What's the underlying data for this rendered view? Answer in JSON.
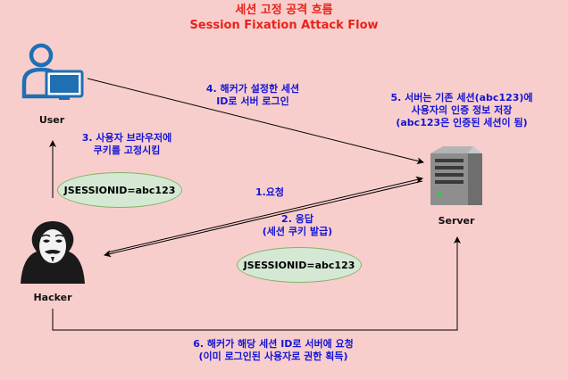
{
  "title": {
    "korean": "세션 고정 공격 흐름",
    "english": "Session Fixation Attack Flow"
  },
  "nodes": {
    "user": "User",
    "server": "Server",
    "hacker": "Hacker"
  },
  "steps": {
    "step1": "1.요청",
    "step2_line1": "2. 응답",
    "step2_line2": "(세션 쿠키 발급)",
    "step3_line1": "3. 사용자 브라우저에",
    "step3_line2": "쿠키를 고정시킴",
    "step4_line1": "4. 해커가 설정한 세션",
    "step4_line2": "ID로 서버 로그인",
    "step5_line1": "5. 서버는 기존 세션(abc123)에",
    "step5_line2": "사용자의 인증 정보 저장",
    "step5_line3": "(abc123은 인증된 세션이 됨)",
    "step6_line1": "6. 해커가 해당 세션 ID로 서버에 요청",
    "step6_line2": "(이미 로그인된 사용자로 권한 획득)"
  },
  "cookies": {
    "cookie_user": "JSESSIONID=abc123",
    "cookie_hacker": "JSESSIONID=abc123"
  },
  "colors": {
    "background": "#f8cecc",
    "title": "#e8231a",
    "step_text": "#1414d6",
    "cookie_fill": "#d5e8d4",
    "cookie_border": "#82b366",
    "user_icon": "#1f6fb5"
  },
  "icons": {
    "user": "user-computer-icon",
    "server": "server-tower-icon",
    "hacker": "anonymous-mask-icon"
  }
}
